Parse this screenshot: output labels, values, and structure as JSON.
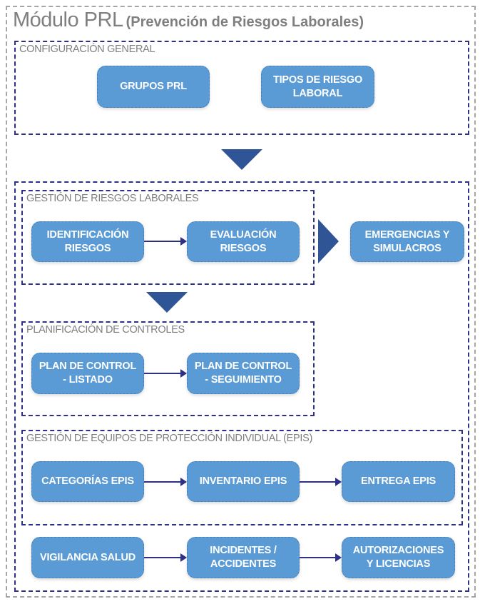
{
  "title": {
    "main": "Módulo PRL",
    "subtitle": "(Prevención de Riesgos Laborales)"
  },
  "colors": {
    "node_fill": "#5b9bd5",
    "group_border": "#2e2f86",
    "arrow": "#2f5597",
    "label_text": "#7f7f7f"
  },
  "configuracion": {
    "label": "CONFIGURACIÓN GENERAL",
    "nodes": [
      "GRUPOS PRL",
      "TIPOS DE RIESGO\nLABORAL"
    ]
  },
  "gestion_riesgos": {
    "label": "GESTIÓN DE RIESGOS LABORALES",
    "nodes": [
      "IDENTIFICACIÓN\nRIESGOS",
      "EVALUACIÓN\nRIESGOS"
    ]
  },
  "emergencias": {
    "node": "EMERGENCIAS Y\nSIMULACROS"
  },
  "planificacion": {
    "label": "PLANIFICACIÓN DE CONTROLES",
    "nodes": [
      "PLAN DE CONTROL\n- LISTADO",
      "PLAN DE CONTROL\n- SEGUIMIENTO"
    ]
  },
  "epis": {
    "label": "GESTIÓN DE EQUIPOS DE PROTECCIÓN INDIVIDUAL (EPIS)",
    "nodes": [
      "CATEGORÍAS EPIS",
      "INVENTARIO EPIS",
      "ENTREGA EPIS"
    ]
  },
  "otros": {
    "nodes": [
      "VIGILANCIA SALUD",
      "INCIDENTES /\nACCIDENTES",
      "AUTORIZACIONES\nY LICENCIAS"
    ]
  }
}
